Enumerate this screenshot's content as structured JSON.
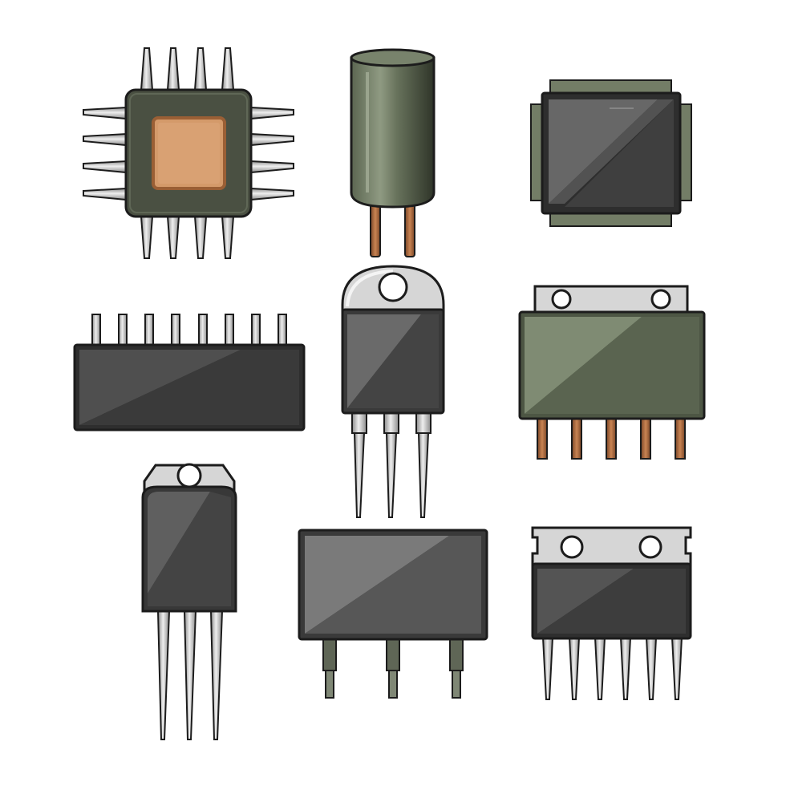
{
  "illustration": {
    "components": [
      {
        "name": "qfp-microchip",
        "pin_count": 16
      },
      {
        "name": "electrolytic-capacitor",
        "pin_count": 2
      },
      {
        "name": "quad-flat-chip",
        "pin_count": 0
      },
      {
        "name": "sip-connector",
        "pin_count": 8
      },
      {
        "name": "to220-transistor",
        "pin_count": 3
      },
      {
        "name": "green-power-module",
        "pin_count": 5
      },
      {
        "name": "to247-transistor",
        "pin_count": 3
      },
      {
        "name": "rectifier-module",
        "pin_count": 3
      },
      {
        "name": "sip-power-ic",
        "pin_count": 6
      }
    ],
    "colors": {
      "background": "#ffffff",
      "outline": "#1c1c1c",
      "chip_dark": "#3d3d3d",
      "chip_mid": "#5b5b5b",
      "olive_green": "#6f7b63",
      "olive_light": "#8f9a82",
      "copper": "#d49a6a",
      "copper_dark": "#9a5f35",
      "silver": "#d6d6d6",
      "silver_dark": "#9a9a9a"
    }
  }
}
